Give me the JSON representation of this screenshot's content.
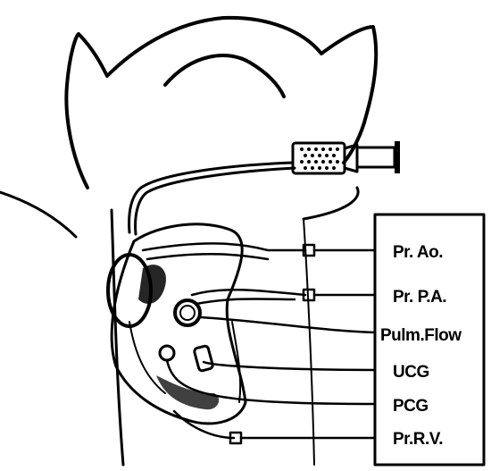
{
  "labels": {
    "pr_ao": "Pr. Ao.",
    "pr_pa": "Pr. P.A.",
    "pulm_flow": "Pulm.Flow",
    "ucg": "UCG",
    "pcg": "PCG",
    "pr_rv": "Pr.R.V."
  },
  "colors": {
    "ink": "#000000",
    "paper": "#ffffff"
  }
}
